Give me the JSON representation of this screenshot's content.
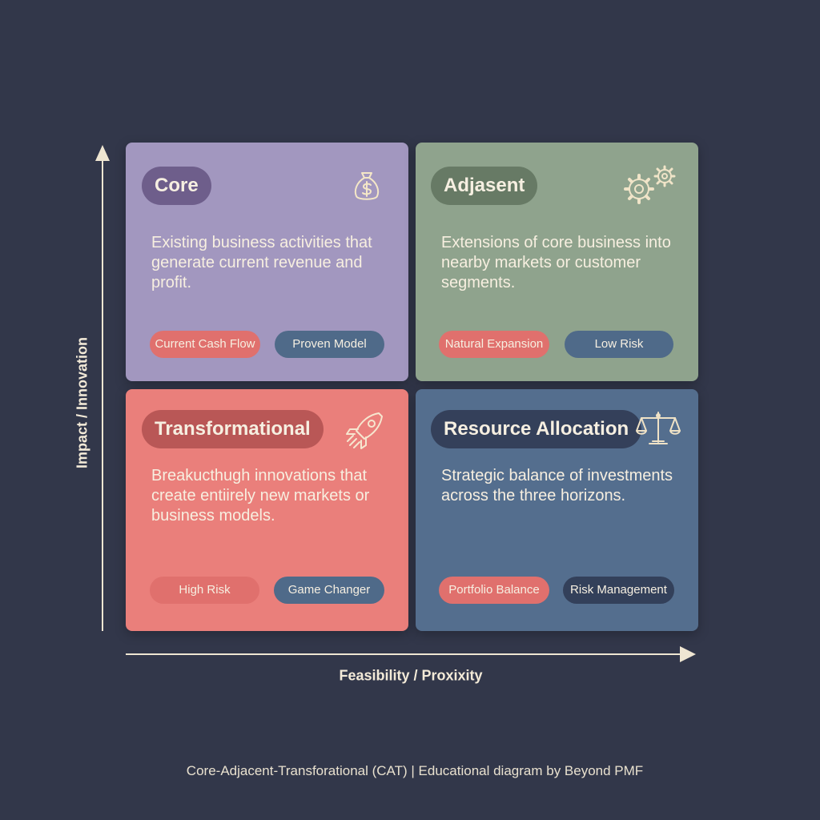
{
  "axes": {
    "y_label": "Impact / Innovation",
    "x_label": "Feasibility / Proxixity"
  },
  "quadrants": {
    "core": {
      "title": "Core",
      "description": "Existing business activities that generate current revenue and profit.",
      "tags": [
        "Current Cash Flow",
        "Proven Model"
      ],
      "icon": "money-bag-icon"
    },
    "adjacent": {
      "title": "Adjasent",
      "description": "Extensions of core business into nearby markets or customer segments.",
      "tags": [
        "Natural Expansion",
        "Low Risk"
      ],
      "icon": "gears-icon"
    },
    "transformational": {
      "title": "Transformational",
      "description": "Breakucthugh innovations that create entiirely new markets or business models.",
      "tags": [
        "High Risk",
        "Game Changer"
      ],
      "icon": "rocket-icon"
    },
    "resource_allocation": {
      "title": "Resource Allocation",
      "description": "Strategic balance of investments across the three horizons.",
      "tags": [
        "Portfolio Balance",
        "Risk Management"
      ],
      "icon": "scales-icon"
    }
  },
  "colors": {
    "background": "#32374a",
    "core": "#a297bf",
    "adjacent": "#8fa38d",
    "transformational": "#ea7f7b",
    "resource_allocation": "#546e8e",
    "tag_coral": "#e0706d",
    "tag_blue": "#4f6a89",
    "tag_dark": "#33405a"
  },
  "footer": "Core-Adjacent-Transforational (CAT) | Educational diagram by Beyond PMF"
}
